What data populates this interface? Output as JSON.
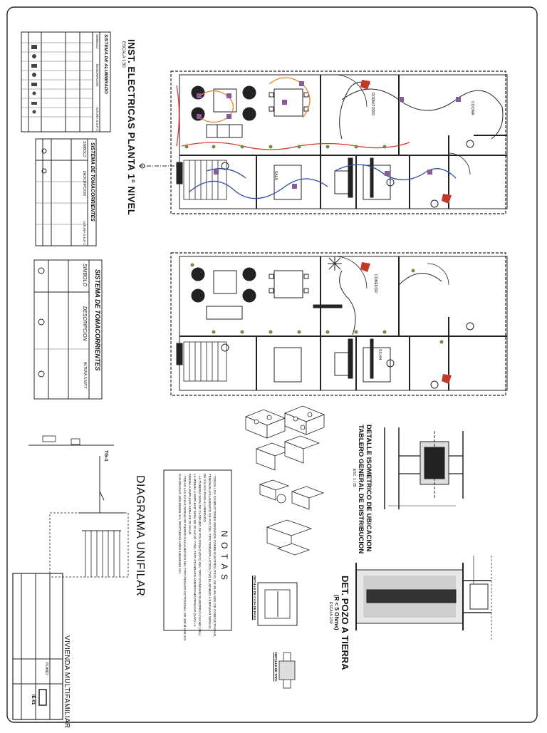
{
  "sheet": {
    "plan_title": "INST. ELECTRICAS PLANTA 1° NIVEL",
    "plan_scale": "ESCALA 1:50",
    "unifilar_title": "DIAGRAMA UNIFILAR",
    "unifilar_board": "TG-1",
    "notes_title": "N O T A S",
    "notes_lines": [
      "- TODOS LOS CONDUCTORES SERAN DE COBRE ELECTROLITICO, DE 99.9% MIN. DE CONDUCTIVIDAD,",
      "  TENDRAN AISLAMIENTO DE PVC DEL TIPO TERMOPLASTICO (TW) EL MINIMO A EMPLEAR SERA EL",
      "  DE 2.5 mm² PARA ALUMBRADO.",
      "- LA TUBERIA SERA DE CLORURO DE POLIVINILO (PVC) DEL TIPO STANDARD EUROPEO LIVIANO (SEL)",
      "  LA MINIMA A EMPLEAR SERA DE 20 mm Ø, Y DEL TIPO STANDARD AMERICANO PESADO (SAP) LA",
      "  MINIMA A EMPLEAR SERA DE 25 mm Ø.",
      "- TODAS LAS CAJAS SERAN DE FIERRO GALVANIZADO DEL TIPO PESADO OCTOGONAL DE 100 Ø x 55 mm.",
      "  CUADRADAS 100x100x55 mm, RECTANGULARES 100x55x50 mm."
    ],
    "tablero_title": "DETALLE ISOMETRICO DE UBICACION",
    "tablero_subtitle": "TABLERO GENERAL DE DISTRIBUCION",
    "tablero_scale": "ESC. 1 / 25",
    "pozo_title": "DET. POZO A TIERRA",
    "pozo_subtitle": "(R < 5 Ohms)",
    "pozo_scale": "ESCALA 1/30",
    "caja_label": "DETALLE DE CAJA DE PASO",
    "tapa_label": "DETALLE DE TAPA",
    "titleblock_project": "VIVIENDA MULTIFAMILIAR",
    "titleblock_sheet": "IE-01",
    "titleblock_field": "PLANO:"
  },
  "legend_alumbrado": {
    "title": "SISTEMA DE ALUMBRADO",
    "headers": [
      "SIMBOLO",
      "DESCRIPCION",
      "ALTURA S.N.P.T."
    ]
  },
  "legend_toma_1": {
    "title": "SISTEMA DE TOMACORRIENTES",
    "headers": [
      "SIMBOLO",
      "DESCRIPCION",
      "ALTURA S.N.P.T."
    ]
  },
  "legend_toma_2": {
    "title": "SISTEMA DE TOMACORRIENTES",
    "headers": [
      "SIMBOLO",
      "DESCRIPCION",
      "ALTURA S.N.P.T."
    ]
  },
  "rooms": {
    "cocina": "COCINA",
    "dormitorio": "DORMITORIO",
    "sala": "SALA",
    "comedor": "COMEDOR",
    "ssh": "SS.HH."
  },
  "colors": {
    "line": "#222222",
    "circuit_red": "#d63a2f",
    "circuit_orange": "#e7832a",
    "circuit_blue": "#2f4fa0",
    "device_fill": "#8a5a9a",
    "tag_red": "#c0392b",
    "outlet_green": "#6d8f3a"
  }
}
